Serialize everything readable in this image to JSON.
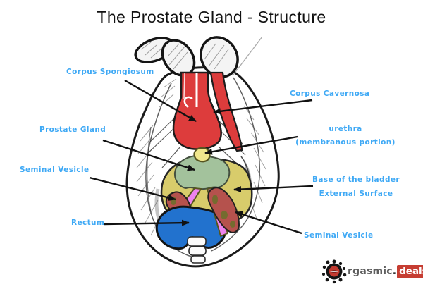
{
  "title": "The Prostate Gland - Structure",
  "labels": {
    "corpus_spongiosum": "Corpus Spongiosum",
    "corpus_cavernosa": "Corpus Cavernosa",
    "prostate_gland": "Prostate Gland",
    "urethra": "urethra",
    "urethra_sub": "(membranous portion)",
    "seminal_vesicle_left": "Seminal Vesicle",
    "bladder_line1": "Base of the bladder",
    "bladder_line2": "External Surface",
    "rectum": "Rectum",
    "seminal_vesicle_right": "Seminal Vesicle"
  },
  "logo": {
    "prefix": "rgasmic",
    "dot": ".",
    "suffix": "deals"
  },
  "colors": {
    "label_blue": "#3FA9F5",
    "corpus_red": "#DD3C3C",
    "prostate_green": "#A3C29C",
    "bladder_yellow": "#D8CC6B",
    "vesicle_maroon": "#B5524D",
    "duct_pink": "#EE82EE",
    "rectum_blue": "#2272CE",
    "urethra_yellow": "#F0E78C",
    "outline_black": "#1A1A1A",
    "logo_red": "#C63D32",
    "logo_gray": "#5E5E5E"
  }
}
